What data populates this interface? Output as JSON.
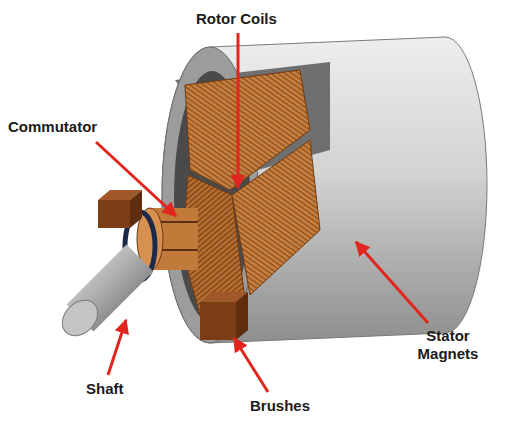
{
  "diagram": {
    "labels": [
      "Rotor Coils",
      "Commutator",
      "Shaft",
      "Brushes",
      "Stator Magnets"
    ]
  }
}
